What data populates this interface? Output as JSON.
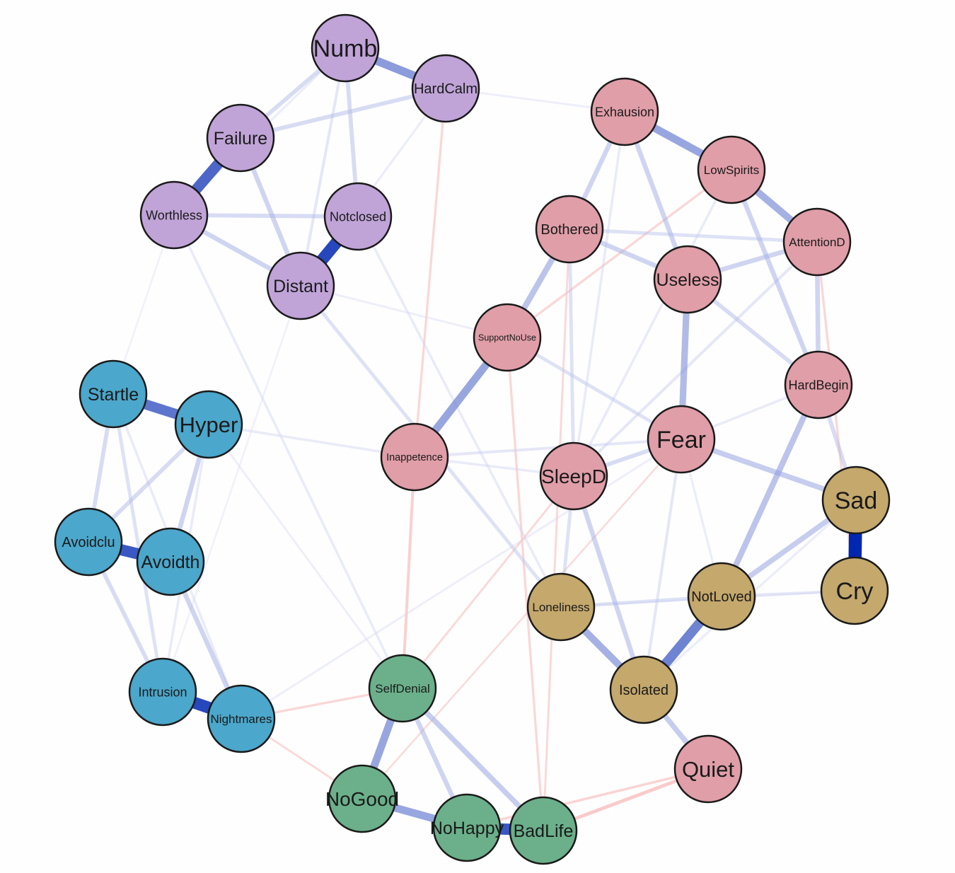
{
  "groups": {
    "purple": "#c0a4d8",
    "pink": "#e09ea8",
    "tan": "#c4a86c",
    "blue": "#4ba7cb",
    "green": "#6bb08a"
  },
  "edge_colors": {
    "positive_strong": "#0027b0",
    "positive_weak": "#e4e4f8",
    "negative": "#f9c4c4"
  },
  "nodes": [
    {
      "id": "Numb",
      "label": "Numb",
      "group": "purple"
    },
    {
      "id": "HardCalm",
      "label": "HardCalm",
      "group": "purple"
    },
    {
      "id": "Failure",
      "label": "Failure",
      "group": "purple"
    },
    {
      "id": "Worthless",
      "label": "Worthless",
      "group": "purple"
    },
    {
      "id": "Notclosed",
      "label": "Notclosed",
      "group": "purple"
    },
    {
      "id": "Distant",
      "label": "Distant",
      "group": "purple"
    },
    {
      "id": "Exhausion",
      "label": "Exhausion",
      "group": "pink"
    },
    {
      "id": "LowSpirits",
      "label": "LowSpirits",
      "group": "pink"
    },
    {
      "id": "Bothered",
      "label": "Bothered",
      "group": "pink"
    },
    {
      "id": "AttentionD",
      "label": "AttentionD",
      "group": "pink"
    },
    {
      "id": "Useless",
      "label": "Useless",
      "group": "pink"
    },
    {
      "id": "SupportNoUse",
      "label": "SupportNoUse",
      "group": "pink"
    },
    {
      "id": "HardBegin",
      "label": "HardBegin",
      "group": "pink"
    },
    {
      "id": "Fear",
      "label": "Fear",
      "group": "pink"
    },
    {
      "id": "Inappetence",
      "label": "Inappetence",
      "group": "pink"
    },
    {
      "id": "SleepD",
      "label": "SleepD",
      "group": "pink"
    },
    {
      "id": "Quiet",
      "label": "Quiet",
      "group": "pink"
    },
    {
      "id": "Sad",
      "label": "Sad",
      "group": "tan"
    },
    {
      "id": "Cry",
      "label": "Cry",
      "group": "tan"
    },
    {
      "id": "Loneliness",
      "label": "Loneliness",
      "group": "tan"
    },
    {
      "id": "NotLoved",
      "label": "NotLoved",
      "group": "tan"
    },
    {
      "id": "Isolated",
      "label": "Isolated",
      "group": "tan"
    },
    {
      "id": "Startle",
      "label": "Startle",
      "group": "blue"
    },
    {
      "id": "Hyper",
      "label": "Hyper",
      "group": "blue"
    },
    {
      "id": "Avoidclu",
      "label": "Avoidclu",
      "group": "blue"
    },
    {
      "id": "Avoidth",
      "label": "Avoidth",
      "group": "blue"
    },
    {
      "id": "Intrusion",
      "label": "Intrusion",
      "group": "blue"
    },
    {
      "id": "Nightmares",
      "label": "Nightmares",
      "group": "blue"
    },
    {
      "id": "SelfDenial",
      "label": "SelfDenial",
      "group": "green"
    },
    {
      "id": "NoGood",
      "label": "NoGood",
      "group": "green"
    },
    {
      "id": "NoHappy",
      "label": "NoHappy",
      "group": "green"
    },
    {
      "id": "BadLife",
      "label": "BadLife",
      "group": "green"
    }
  ],
  "edges": [
    [
      "Sad",
      "Cry",
      1.0
    ],
    [
      "Distant",
      "Notclosed",
      0.9
    ],
    [
      "Intrusion",
      "Nightmares",
      0.9
    ],
    [
      "Avoidclu",
      "Avoidth",
      0.85
    ],
    [
      "NoHappy",
      "BadLife",
      0.85
    ],
    [
      "Failure",
      "Worthless",
      0.8
    ],
    [
      "Startle",
      "Hyper",
      0.75
    ],
    [
      "NotLoved",
      "Isolated",
      0.7
    ],
    [
      "Numb",
      "HardCalm",
      0.6
    ],
    [
      "Exhausion",
      "LowSpirits",
      0.55
    ],
    [
      "LowSpirits",
      "AttentionD",
      0.5
    ],
    [
      "SupportNoUse",
      "Inappetence",
      0.55
    ],
    [
      "SelfDenial",
      "NoGood",
      0.55
    ],
    [
      "NoGood",
      "NoHappy",
      0.55
    ],
    [
      "Loneliness",
      "Isolated",
      0.5
    ],
    [
      "Useless",
      "Fear",
      0.45
    ],
    [
      "Bothered",
      "SupportNoUse",
      0.4
    ],
    [
      "HardBegin",
      "NotLoved",
      0.4
    ],
    [
      "NotLoved",
      "Sad",
      0.35
    ],
    [
      "Fear",
      "Sad",
      0.35
    ],
    [
      "SelfDenial",
      "BadLife",
      0.35
    ],
    [
      "SelfDenial",
      "NoHappy",
      0.3
    ],
    [
      "Isolated",
      "Quiet",
      0.35
    ],
    [
      "SleepD",
      "Isolated",
      0.3
    ],
    [
      "Hyper",
      "Avoidth",
      0.3
    ],
    [
      "Avoidth",
      "Nightmares",
      0.3
    ],
    [
      "Failure",
      "Distant",
      0.3
    ],
    [
      "Worthless",
      "Distant",
      0.3
    ],
    [
      "Worthless",
      "Notclosed",
      0.25
    ],
    [
      "Numb",
      "Failure",
      0.25
    ],
    [
      "Numb",
      "Notclosed",
      0.25
    ],
    [
      "Failure",
      "HardCalm",
      0.25
    ],
    [
      "Exhausion",
      "Bothered",
      0.3
    ],
    [
      "Exhausion",
      "Useless",
      0.3
    ],
    [
      "Bothered",
      "Useless",
      0.3
    ],
    [
      "Useless",
      "AttentionD",
      0.3
    ],
    [
      "AttentionD",
      "HardBegin",
      0.3
    ],
    [
      "HardBegin",
      "Sad",
      0.25
    ],
    [
      "LowSpirits",
      "HardBegin",
      0.3
    ],
    [
      "Useless",
      "HardBegin",
      0.25
    ],
    [
      "Fear",
      "SleepD",
      0.25
    ],
    [
      "Startle",
      "Avoidclu",
      0.25
    ],
    [
      "Avoidclu",
      "Intrusion",
      0.25
    ],
    [
      "Hyper",
      "Avoidclu",
      0.25
    ],
    [
      "Startle",
      "Intrusion",
      0.2
    ],
    [
      "Loneliness",
      "NotLoved",
      0.2
    ],
    [
      "NotLoved",
      "Cry",
      0.15
    ],
    [
      "SleepD",
      "Loneliness",
      0.2
    ],
    [
      "Bothered",
      "SleepD",
      0.2
    ],
    [
      "Bothered",
      "AttentionD",
      0.2
    ],
    [
      "Hyper",
      "Inappetence",
      0.12
    ],
    [
      "Inappetence",
      "SleepD",
      0.12
    ],
    [
      "SupportNoUse",
      "Fear",
      0.2
    ],
    [
      "Distant",
      "Loneliness",
      0.2
    ],
    [
      "Worthless",
      "SelfDenial",
      0.12
    ],
    [
      "Fear",
      "Isolated",
      0.15
    ],
    [
      "Numb",
      "Distant",
      0.15
    ],
    [
      "HardCalm",
      "Exhausion",
      0.08
    ],
    [
      "Fear",
      "HardBegin",
      0.12
    ],
    [
      "SleepD",
      "AttentionD",
      0.15
    ],
    [
      "Inappetence",
      "Fear",
      0.15
    ],
    [
      "Startle",
      "Nightmares",
      0.12
    ],
    [
      "Hyper",
      "Intrusion",
      0.12
    ],
    [
      "LowSpirits",
      "SleepD",
      0.12
    ],
    [
      "Exhausion",
      "SleepD",
      0.12
    ],
    [
      "Numb",
      "Worthless",
      0.1
    ],
    [
      "HardCalm",
      "Distant",
      0.1
    ],
    [
      "Hyper",
      "SelfDenial",
      0.08
    ],
    [
      "Distant",
      "SupportNoUse",
      0.08
    ],
    [
      "Notclosed",
      "Loneliness",
      0.12
    ],
    [
      "Fear",
      "NotLoved",
      0.1
    ],
    [
      "Sad",
      "Isolated",
      0.1
    ],
    [
      "Loneliness",
      "Cry",
      0.08
    ],
    [
      "Startle",
      "Worthless",
      0.06
    ],
    [
      "Intrusion",
      "Distant",
      0.06
    ],
    [
      "Nightmares",
      "Fear",
      0.08
    ],
    [
      "Inappetence",
      "SelfDenial",
      -0.15
    ],
    [
      "BadLife",
      "Quiet",
      -0.2
    ],
    [
      "NoHappy",
      "Quiet",
      -0.12
    ],
    [
      "HardCalm",
      "Inappetence",
      -0.1
    ],
    [
      "Nightmares",
      "SelfDenial",
      -0.1
    ],
    [
      "SupportNoUse",
      "BadLife",
      -0.1
    ],
    [
      "NoGood",
      "Nightmares",
      -0.08
    ],
    [
      "LowSpirits",
      "SupportNoUse",
      -0.1
    ],
    [
      "AttentionD",
      "Cry",
      -0.1
    ],
    [
      "Bothered",
      "BadLife",
      -0.08
    ],
    [
      "SleepD",
      "SelfDenial",
      -0.08
    ],
    [
      "Fear",
      "NoGood",
      -0.06
    ]
  ]
}
